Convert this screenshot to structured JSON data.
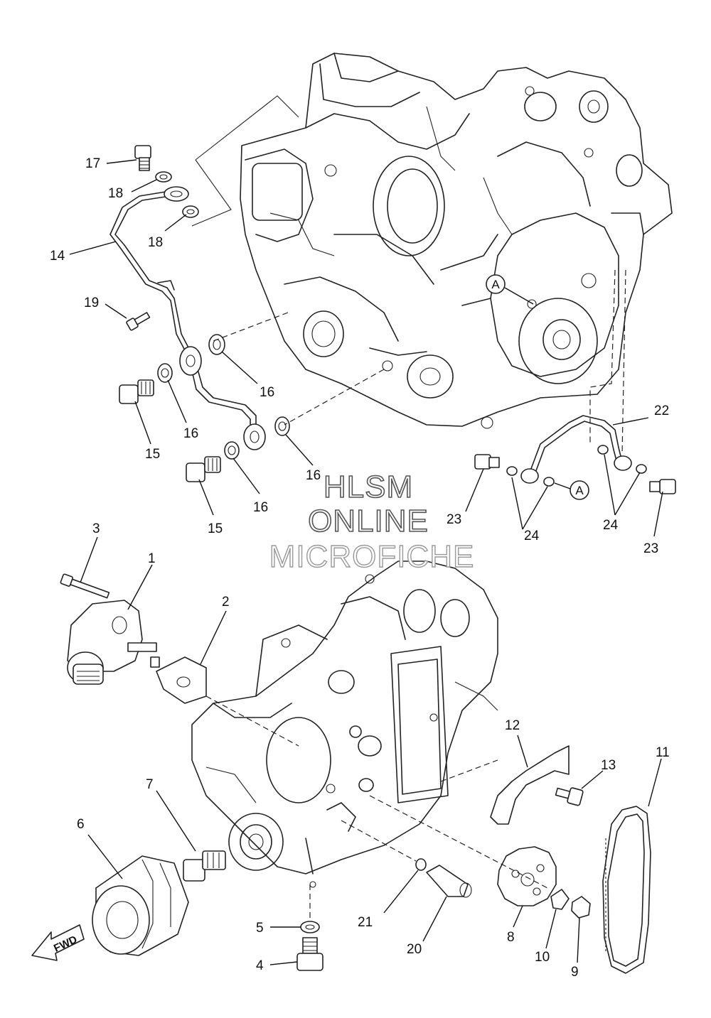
{
  "watermark": {
    "line1": "HLSM",
    "line2": "ONLINE",
    "line3": "MICROFICHE"
  },
  "fwd_label": "FWD",
  "ref_marker": "A",
  "callouts": [
    {
      "id": "c1",
      "label": "1"
    },
    {
      "id": "c2",
      "label": "2"
    },
    {
      "id": "c3",
      "label": "3"
    },
    {
      "id": "c4",
      "label": "4"
    },
    {
      "id": "c5",
      "label": "5"
    },
    {
      "id": "c6",
      "label": "6"
    },
    {
      "id": "c7",
      "label": "7"
    },
    {
      "id": "c8",
      "label": "8"
    },
    {
      "id": "c9",
      "label": "9"
    },
    {
      "id": "c10",
      "label": "10"
    },
    {
      "id": "c11",
      "label": "11"
    },
    {
      "id": "c12",
      "label": "12"
    },
    {
      "id": "c13",
      "label": "13"
    },
    {
      "id": "c14",
      "label": "14"
    },
    {
      "id": "c15a",
      "label": "15"
    },
    {
      "id": "c15b",
      "label": "15"
    },
    {
      "id": "c16a",
      "label": "16"
    },
    {
      "id": "c16b",
      "label": "16"
    },
    {
      "id": "c16c",
      "label": "16"
    },
    {
      "id": "c16d",
      "label": "16"
    },
    {
      "id": "c17",
      "label": "17"
    },
    {
      "id": "c18a",
      "label": "18"
    },
    {
      "id": "c18b",
      "label": "18"
    },
    {
      "id": "c19",
      "label": "19"
    },
    {
      "id": "c20",
      "label": "20"
    },
    {
      "id": "c21",
      "label": "21"
    },
    {
      "id": "c22",
      "label": "22"
    },
    {
      "id": "c23a",
      "label": "23"
    },
    {
      "id": "c23b",
      "label": "23"
    },
    {
      "id": "c24a",
      "label": "24"
    },
    {
      "id": "c24b",
      "label": "24"
    }
  ]
}
